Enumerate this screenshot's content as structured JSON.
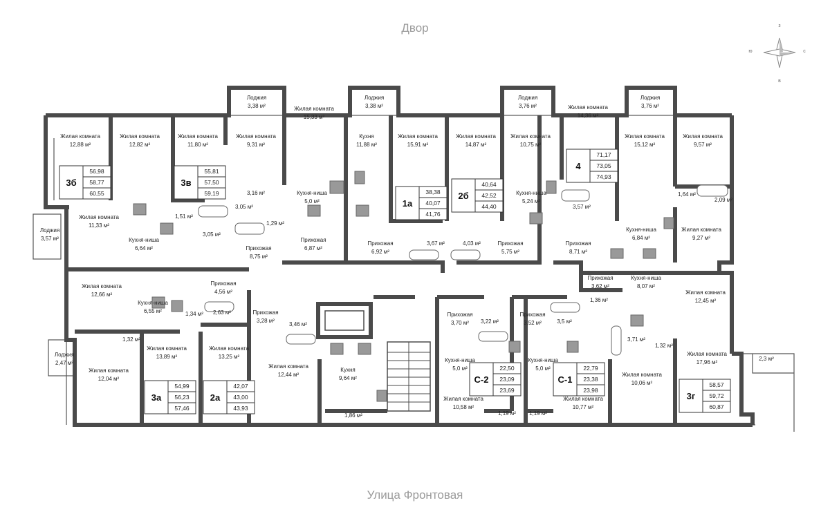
{
  "labels": {
    "top_street": "Двор",
    "bottom_street": "Улица Фронтовая",
    "compass": {
      "n": "з",
      "w": "ю",
      "e": "с",
      "s": "в"
    }
  },
  "apartments": [
    {
      "code": "3б",
      "areas": [
        "56,98",
        "58,77",
        "60,55"
      ]
    },
    {
      "code": "3в",
      "areas": [
        "55,81",
        "57,50",
        "59,19"
      ]
    },
    {
      "code": "1а",
      "areas": [
        "38,38",
        "40,07",
        "41,76"
      ]
    },
    {
      "code": "2б",
      "areas": [
        "40,64",
        "42,52",
        "44,40"
      ]
    },
    {
      "code": "4",
      "areas": [
        "71,17",
        "73,05",
        "74,93"
      ]
    },
    {
      "code": "3а",
      "areas": [
        "54,99",
        "56,23",
        "57,46"
      ]
    },
    {
      "code": "2а",
      "areas": [
        "42,07",
        "43,00",
        "43,93"
      ]
    },
    {
      "code": "С-2",
      "areas": [
        "22,50",
        "23,09",
        "23,69"
      ]
    },
    {
      "code": "С-1",
      "areas": [
        "22,79",
        "23,38",
        "23,98"
      ]
    },
    {
      "code": "3г",
      "areas": [
        "58,57",
        "59,72",
        "60,87"
      ]
    }
  ],
  "rooms": [
    [
      "Лоджия",
      "3,38 м²"
    ],
    [
      "Лоджия",
      "3,38 м²"
    ],
    [
      "Лоджия",
      "3,76 м²"
    ],
    [
      "Лоджия",
      "3,76 м²"
    ],
    [
      "Жилая комната",
      "15,33 м²"
    ],
    [
      "Жилая комната",
      "14,36 м²"
    ],
    [
      "Жилая комната",
      "12,88 м²"
    ],
    [
      "Жилая комната",
      "12,82 м²"
    ],
    [
      "Жилая комната",
      "11,80 м²"
    ],
    [
      "Жилая комната",
      "9,31 м²"
    ],
    [
      "Кухня",
      "11,88 м²"
    ],
    [
      "Жилая комната",
      "15,91 м²"
    ],
    [
      "Жилая комната",
      "14,87 м²"
    ],
    [
      "Жилая комната",
      "10,75 м²"
    ],
    [
      "Жилая комната",
      "15,12 м²"
    ],
    [
      "Жилая комната",
      "9,57 м²"
    ],
    [
      "",
      "3,16 м²"
    ],
    [
      "Кухня-ниша",
      "5,0 м²"
    ],
    [
      "Кухня-ниша",
      "5,24 м²"
    ],
    [
      "",
      "1,64 м²"
    ],
    [
      "",
      "3,05 м²"
    ],
    [
      "",
      "2,09 м²"
    ],
    [
      "Жилая комната",
      "11,33 м²"
    ],
    [
      "Лоджия",
      "3,57 м²"
    ],
    [
      "",
      "1,51 м²"
    ],
    [
      "",
      "1,29 м²"
    ],
    [
      "",
      "3,05 м²"
    ],
    [
      "",
      "3,57 м²"
    ],
    [
      "Кухня-ниша",
      "6,64 м²"
    ],
    [
      "Прихожая",
      "8,75 м²"
    ],
    [
      "Прихожая",
      "6,87 м²"
    ],
    [
      "Прихожая",
      "6,92 м²"
    ],
    [
      "",
      "3,67 м²"
    ],
    [
      "",
      "4,03 м²"
    ],
    [
      "Прихожая",
      "5,75 м²"
    ],
    [
      "Прихожая",
      "8,71 м²"
    ],
    [
      "Кухня-ниша",
      "6,84 м²"
    ],
    [
      "Жилая комната",
      "9,27 м²"
    ],
    [
      "Жилая комната",
      "12,66 м²"
    ],
    [
      "Прихожая",
      "4,56 м²"
    ],
    [
      "Кухня-ниша",
      "6,55 м²"
    ],
    [
      "",
      "1,34 м²"
    ],
    [
      "",
      "2,63 м²"
    ],
    [
      "Прихожая",
      "3,28 м²"
    ],
    [
      "",
      "3,46 м²"
    ],
    [
      "Прихожая",
      "3,62 м²"
    ],
    [
      "Кухня-ниша",
      "8,07 м²"
    ],
    [
      "Жилая комната",
      "12,45 м²"
    ],
    [
      "Прихожая",
      "3,70 м²"
    ],
    [
      "",
      "3,22 м²"
    ],
    [
      "Прихожая",
      "3,52 м²"
    ],
    [
      "",
      "3,5 м²"
    ],
    [
      "",
      "1,36 м²"
    ],
    [
      "",
      "3,71 м²"
    ],
    [
      "",
      "1,32 м²"
    ],
    [
      "",
      "1,32 м²"
    ],
    [
      "Лоджия",
      "2,47 м²"
    ],
    [
      "Жилая комната",
      "12,04 м²"
    ],
    [
      "Жилая комната",
      "13,89 м²"
    ],
    [
      "Жилая комната",
      "13,25 м²"
    ],
    [
      "Жилая комната",
      "12,44 м²"
    ],
    [
      "Кухня",
      "9,64 м²"
    ],
    [
      "Кухня-ниша",
      "5,0 м²"
    ],
    [
      "Кухня-ниша",
      "5,0 м²"
    ],
    [
      "Жилая комната",
      "17,96 м²"
    ],
    [
      "",
      "2,3 м²"
    ],
    [
      "Жилая комната",
      "10,06 м²"
    ],
    [
      "Жилая комната",
      "10,58 м²"
    ],
    [
      "Жилая комната",
      "10,77 м²"
    ],
    [
      "",
      "1,86 м²"
    ],
    [
      "",
      "1,19 м²"
    ],
    [
      "",
      "1,19 м²"
    ]
  ]
}
